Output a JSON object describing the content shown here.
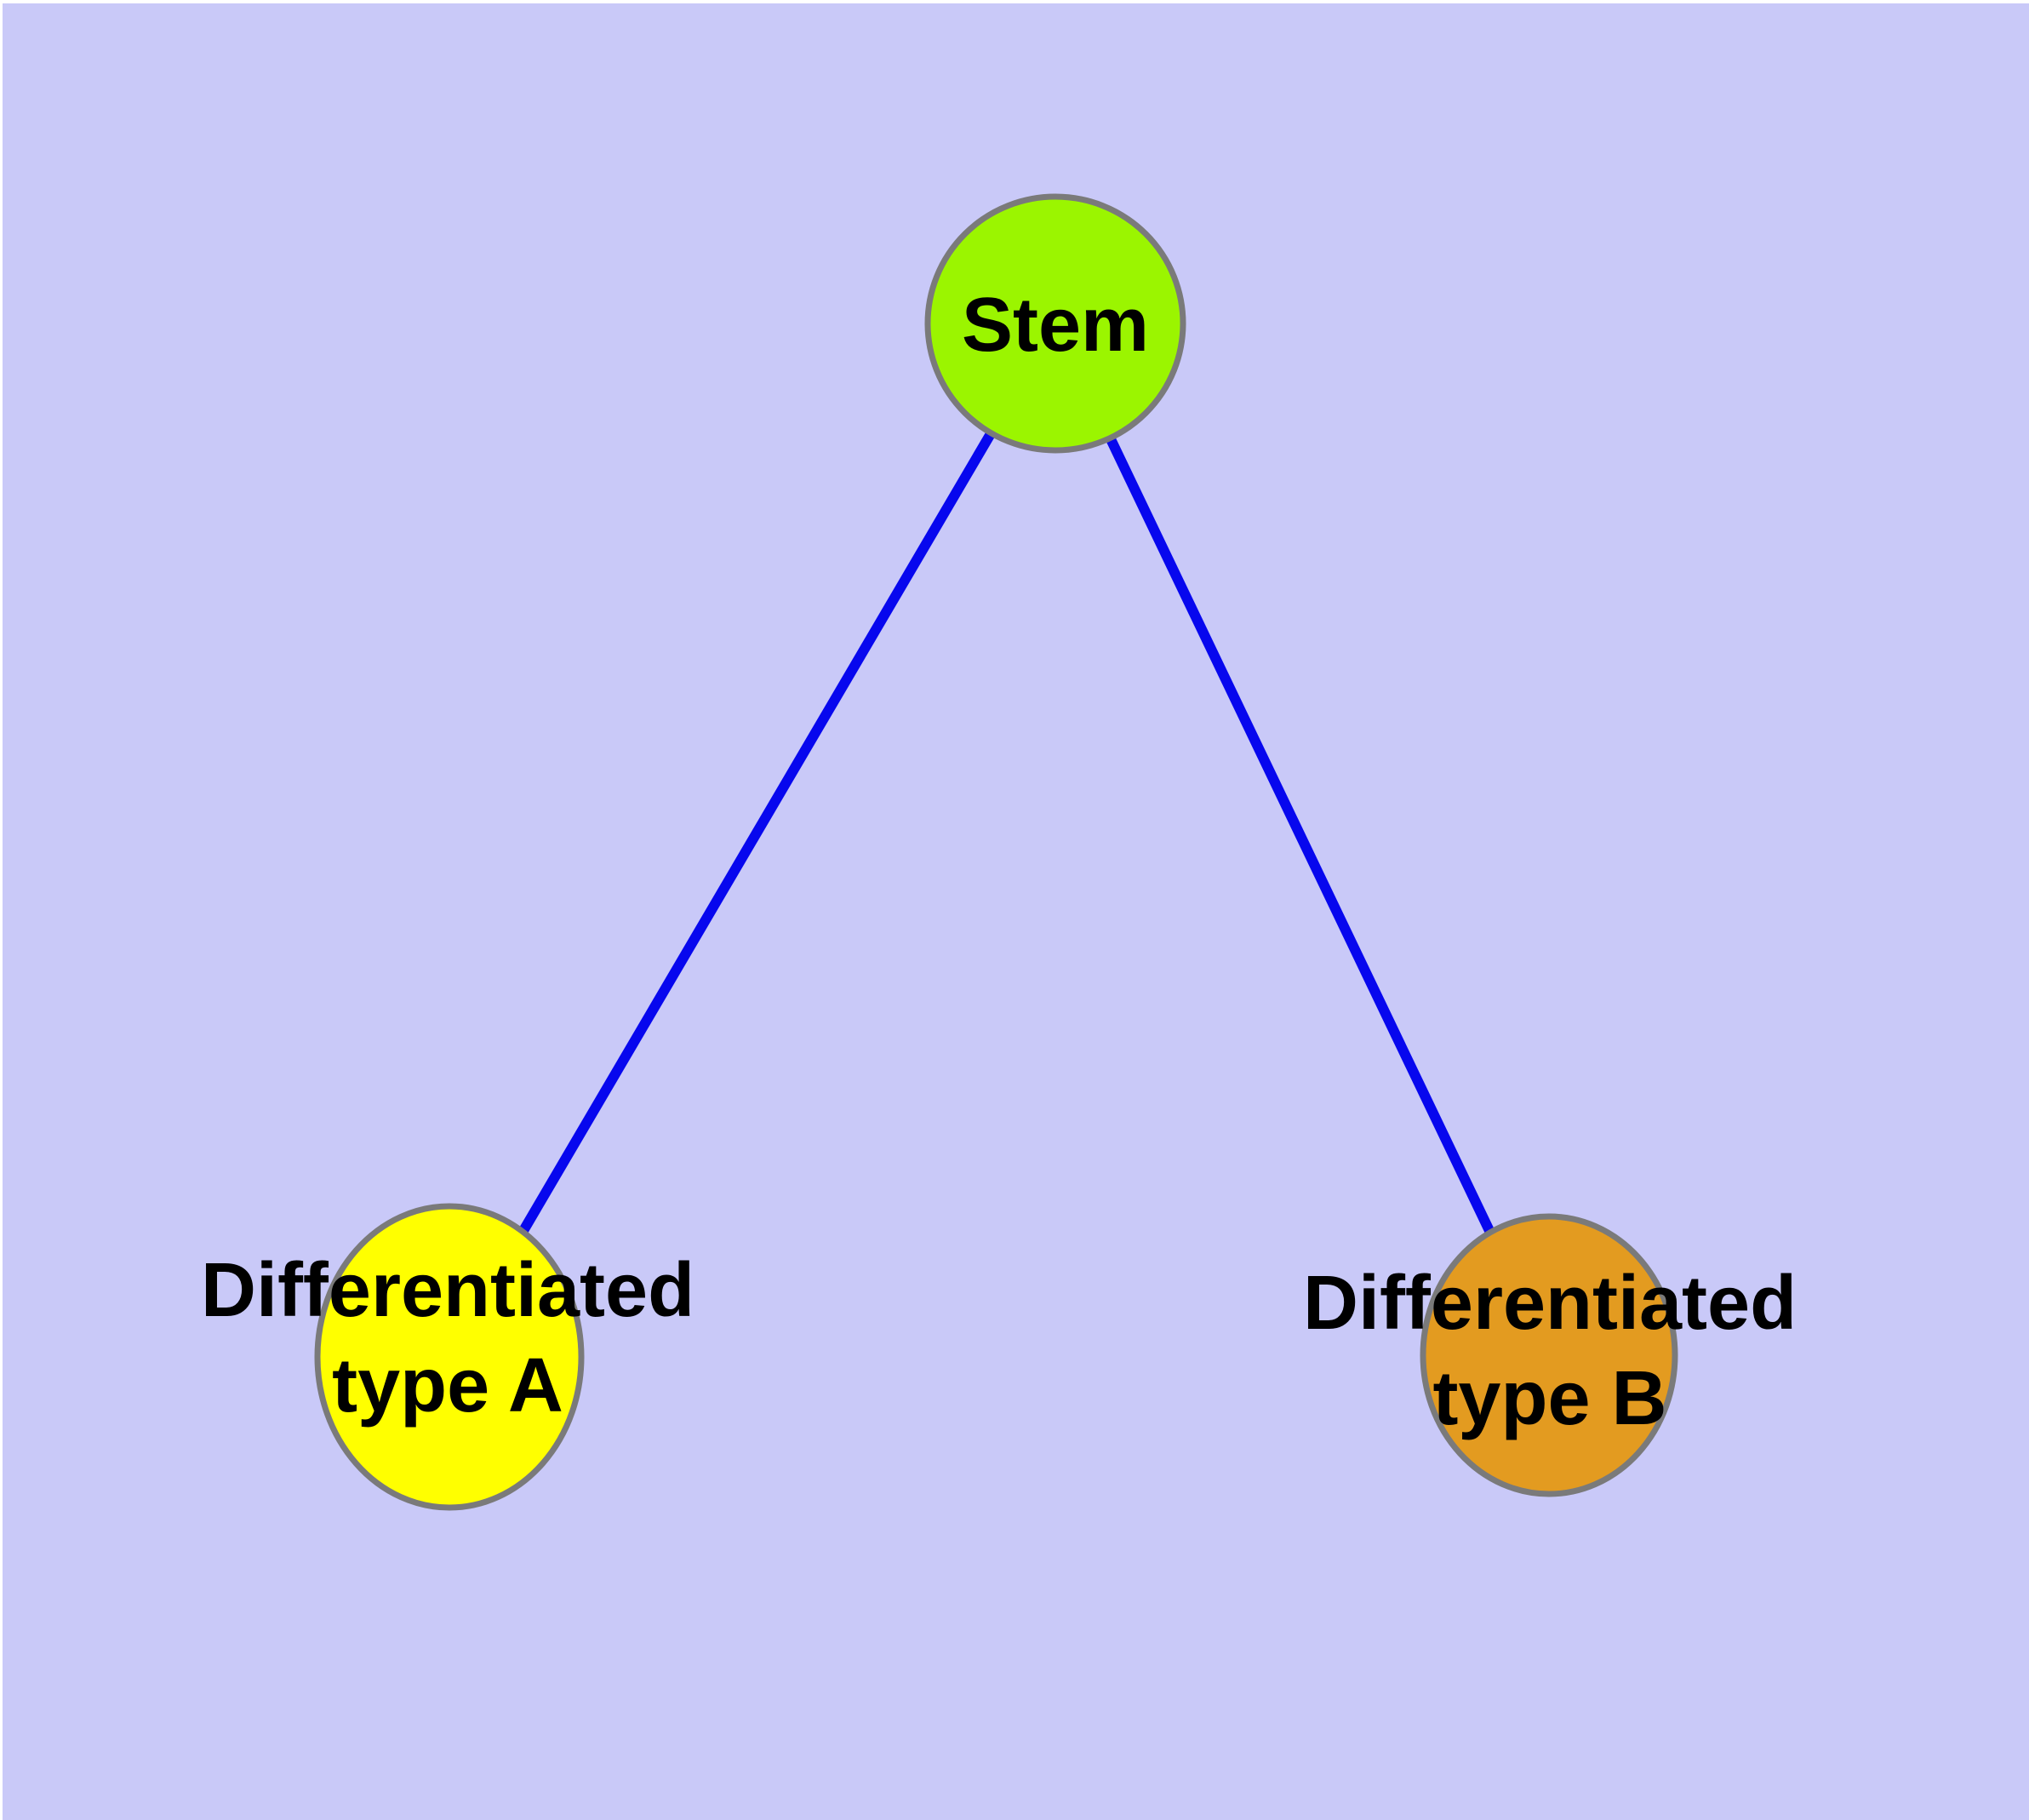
{
  "diagram": {
    "background_color": "#C9C9F8",
    "frame_color": "#FFFFFF",
    "edge_color": "#0707EE",
    "node_border_color": "#7A7A7A",
    "text_color": "#000000",
    "nodes": [
      {
        "id": "stem",
        "label": "Stem",
        "lines": [
          "Stem"
        ],
        "fill": "#9BF500"
      },
      {
        "id": "differentiated-type-a",
        "label": "Differentiated type A",
        "lines": [
          "Differentiated",
          "type A"
        ],
        "fill": "#FFFF00"
      },
      {
        "id": "differentiated-type-b",
        "label": "Differentiated type B",
        "lines": [
          "Differentiated",
          "type B"
        ],
        "fill": "#E39B20"
      }
    ],
    "edges": [
      {
        "from": "stem",
        "to": "differentiated-type-a"
      },
      {
        "from": "stem",
        "to": "differentiated-type-b"
      }
    ]
  }
}
